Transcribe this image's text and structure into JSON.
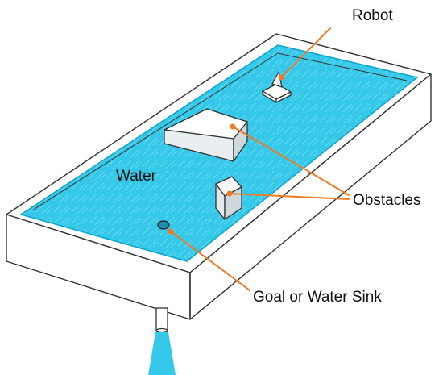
{
  "labels": {
    "robot": "Robot",
    "water": "Water",
    "obstacles": "Obstacles",
    "goal": "Goal or Water Sink"
  },
  "colors": {
    "water": "#35c8e8",
    "water_light": "#8ee6f7",
    "water_stroke": "#0aa5cf",
    "arrow": "#f07a22",
    "outline": "#333333",
    "tank_fill": "#ffffff"
  }
}
